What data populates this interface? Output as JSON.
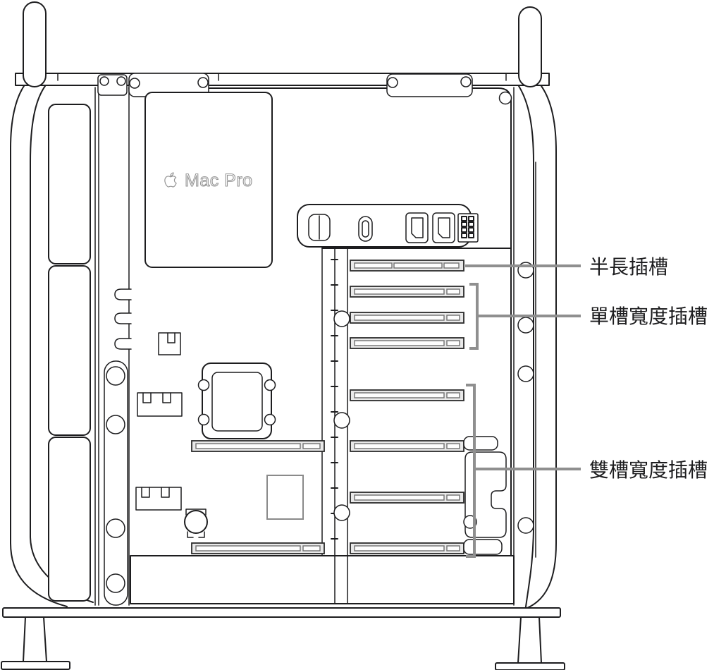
{
  "diagram": {
    "subject": "Mac Pro side view opened showing PCIe expansion slots",
    "logo": {
      "icon": "apple-logo-icon",
      "text": "Mac Pro"
    },
    "callouts": [
      {
        "label": "半長插槽",
        "slots_indicated": 1
      },
      {
        "label": "單槽寬度插槽",
        "slots_indicated": 3
      },
      {
        "label": "雙槽寬度插槽",
        "slots_indicated": 4
      }
    ],
    "colors": {
      "outline": "#1d1d1f",
      "callout_line": "#8f8f8f",
      "slot_fill": "#e9e9e9",
      "logo_gray": "#969696",
      "background": "#ffffff"
    }
  }
}
